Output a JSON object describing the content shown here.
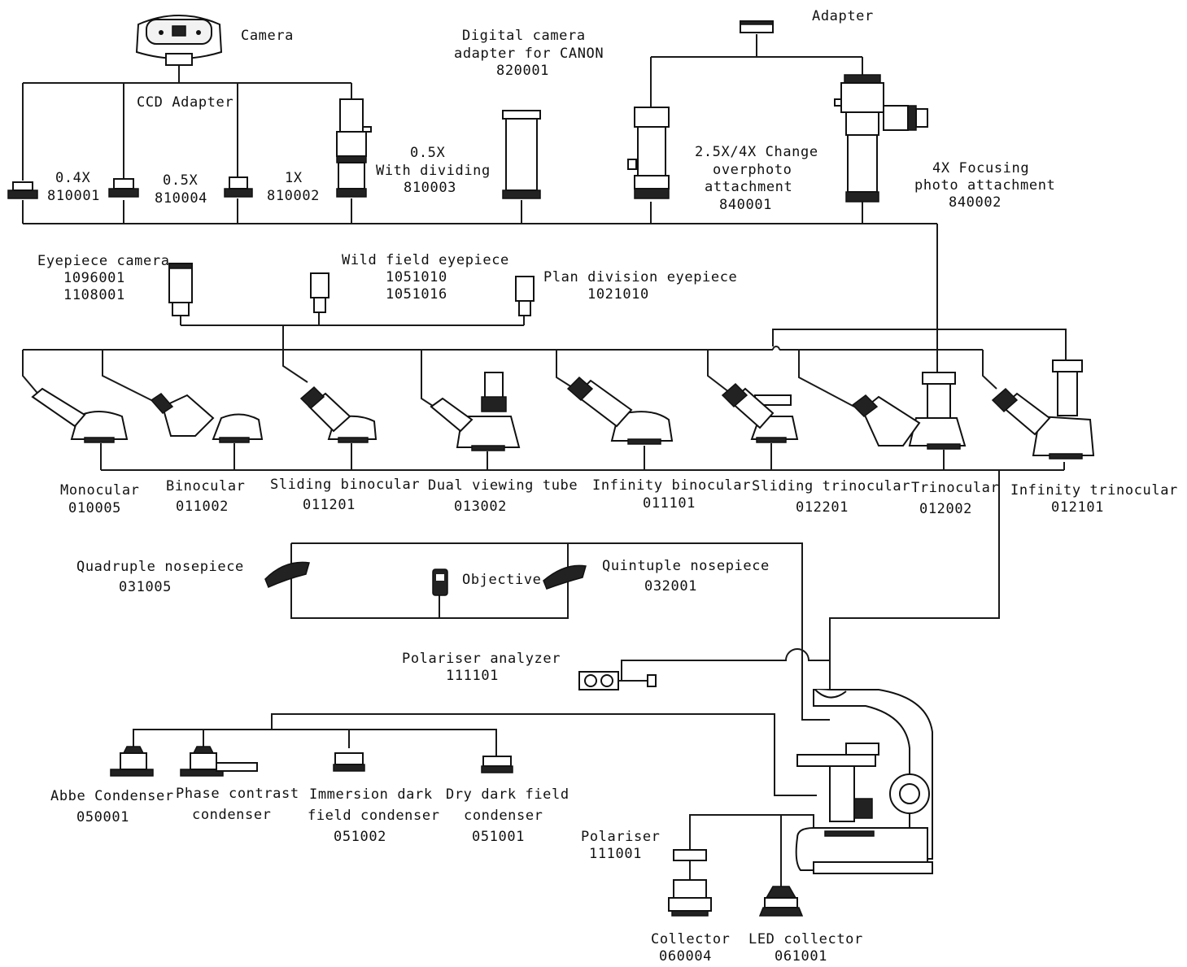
{
  "diagram": {
    "camera": {
      "label": "Camera",
      "ccd_adapter": "CCD Adapter"
    },
    "ccd_adapters": [
      {
        "line1": "0.4X",
        "code": "810001"
      },
      {
        "line1": "0.5X",
        "code": "810004"
      },
      {
        "line1": "1X",
        "code": "810002"
      },
      {
        "line1": "0.5X",
        "line2": "With dividing",
        "code": "810003"
      }
    ],
    "canon_adapter": {
      "line1": "Digital camera",
      "line2": "adapter for CANON",
      "code": "820001"
    },
    "adapter": {
      "label": "Adapter"
    },
    "change_attachment": {
      "line1": "2.5X/4X Change",
      "line2": "overphoto",
      "line3": "attachment",
      "code": "840001"
    },
    "focusing_attachment": {
      "line1": "4X Focusing",
      "line2": "photo attachment",
      "code": "840002"
    },
    "eyepieces": {
      "camera": {
        "label": "Eyepiece camera",
        "code1": "1096001",
        "code2": "1108001"
      },
      "wild_field": {
        "label": "Wild field eyepiece",
        "code1": "1051010",
        "code2": "1051016"
      },
      "plan_division": {
        "label": "Plan division eyepiece",
        "code1": "1021010"
      }
    },
    "heads": [
      {
        "label": "Monocular",
        "code": "010005"
      },
      {
        "label": "Binocular",
        "code": "011002"
      },
      {
        "label": "Sliding binocular",
        "code": "011201"
      },
      {
        "label": "Dual viewing tube",
        "code": "013002"
      },
      {
        "label": "Infinity binocular",
        "code": "011101"
      },
      {
        "label": "Sliding trinocular",
        "code": "012201"
      },
      {
        "label": "Trinocular",
        "code": "012002"
      },
      {
        "label": "Infinity trinocular",
        "code": "012101"
      }
    ],
    "nosepieces": {
      "quadruple": {
        "label": "Quadruple nosepiece",
        "code": "031005"
      },
      "objective": {
        "label": "Objective"
      },
      "quintuple": {
        "label": "Quintuple nosepiece",
        "code": "032001"
      }
    },
    "polariser_analyzer": {
      "label": "Polariser analyzer",
      "code": "111101"
    },
    "condensers": [
      {
        "line1": "Abbe Condenser",
        "code": "050001"
      },
      {
        "line1": "Phase contrast",
        "line2": "condenser"
      },
      {
        "line1": "Immersion dark",
        "line2": "field condenser",
        "code": "051002"
      },
      {
        "line1": "Dry dark field",
        "line2": "condenser",
        "code": "051001"
      }
    ],
    "polariser": {
      "label": "Polariser",
      "code": "111001"
    },
    "collectors": [
      {
        "label": "Collector",
        "code": "060004"
      },
      {
        "label": "LED collector",
        "code": "061001"
      }
    ]
  }
}
